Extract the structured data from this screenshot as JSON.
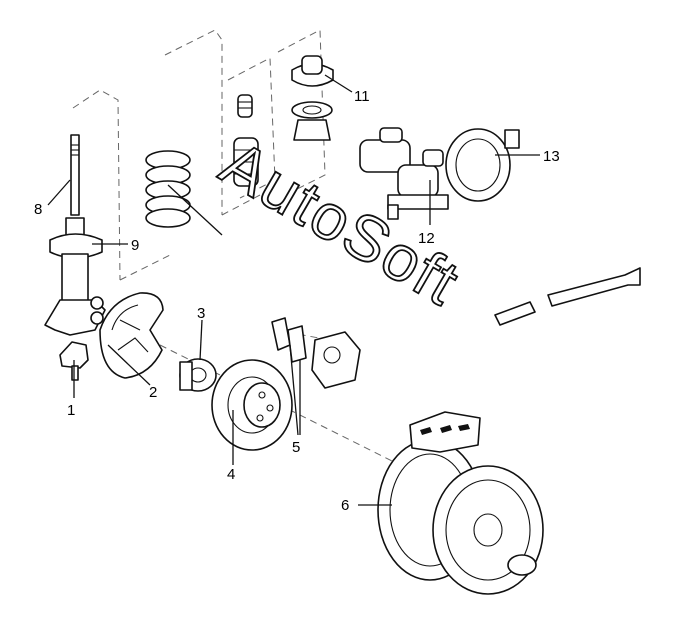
{
  "watermark": {
    "text": "AutoSoft"
  },
  "labels": {
    "l1": "1",
    "l2": "2",
    "l3": "3",
    "l4": "4",
    "l5": "5",
    "l6": "6",
    "l8": "8",
    "l9": "9",
    "l11": "11",
    "l12": "12",
    "l13": "13"
  }
}
